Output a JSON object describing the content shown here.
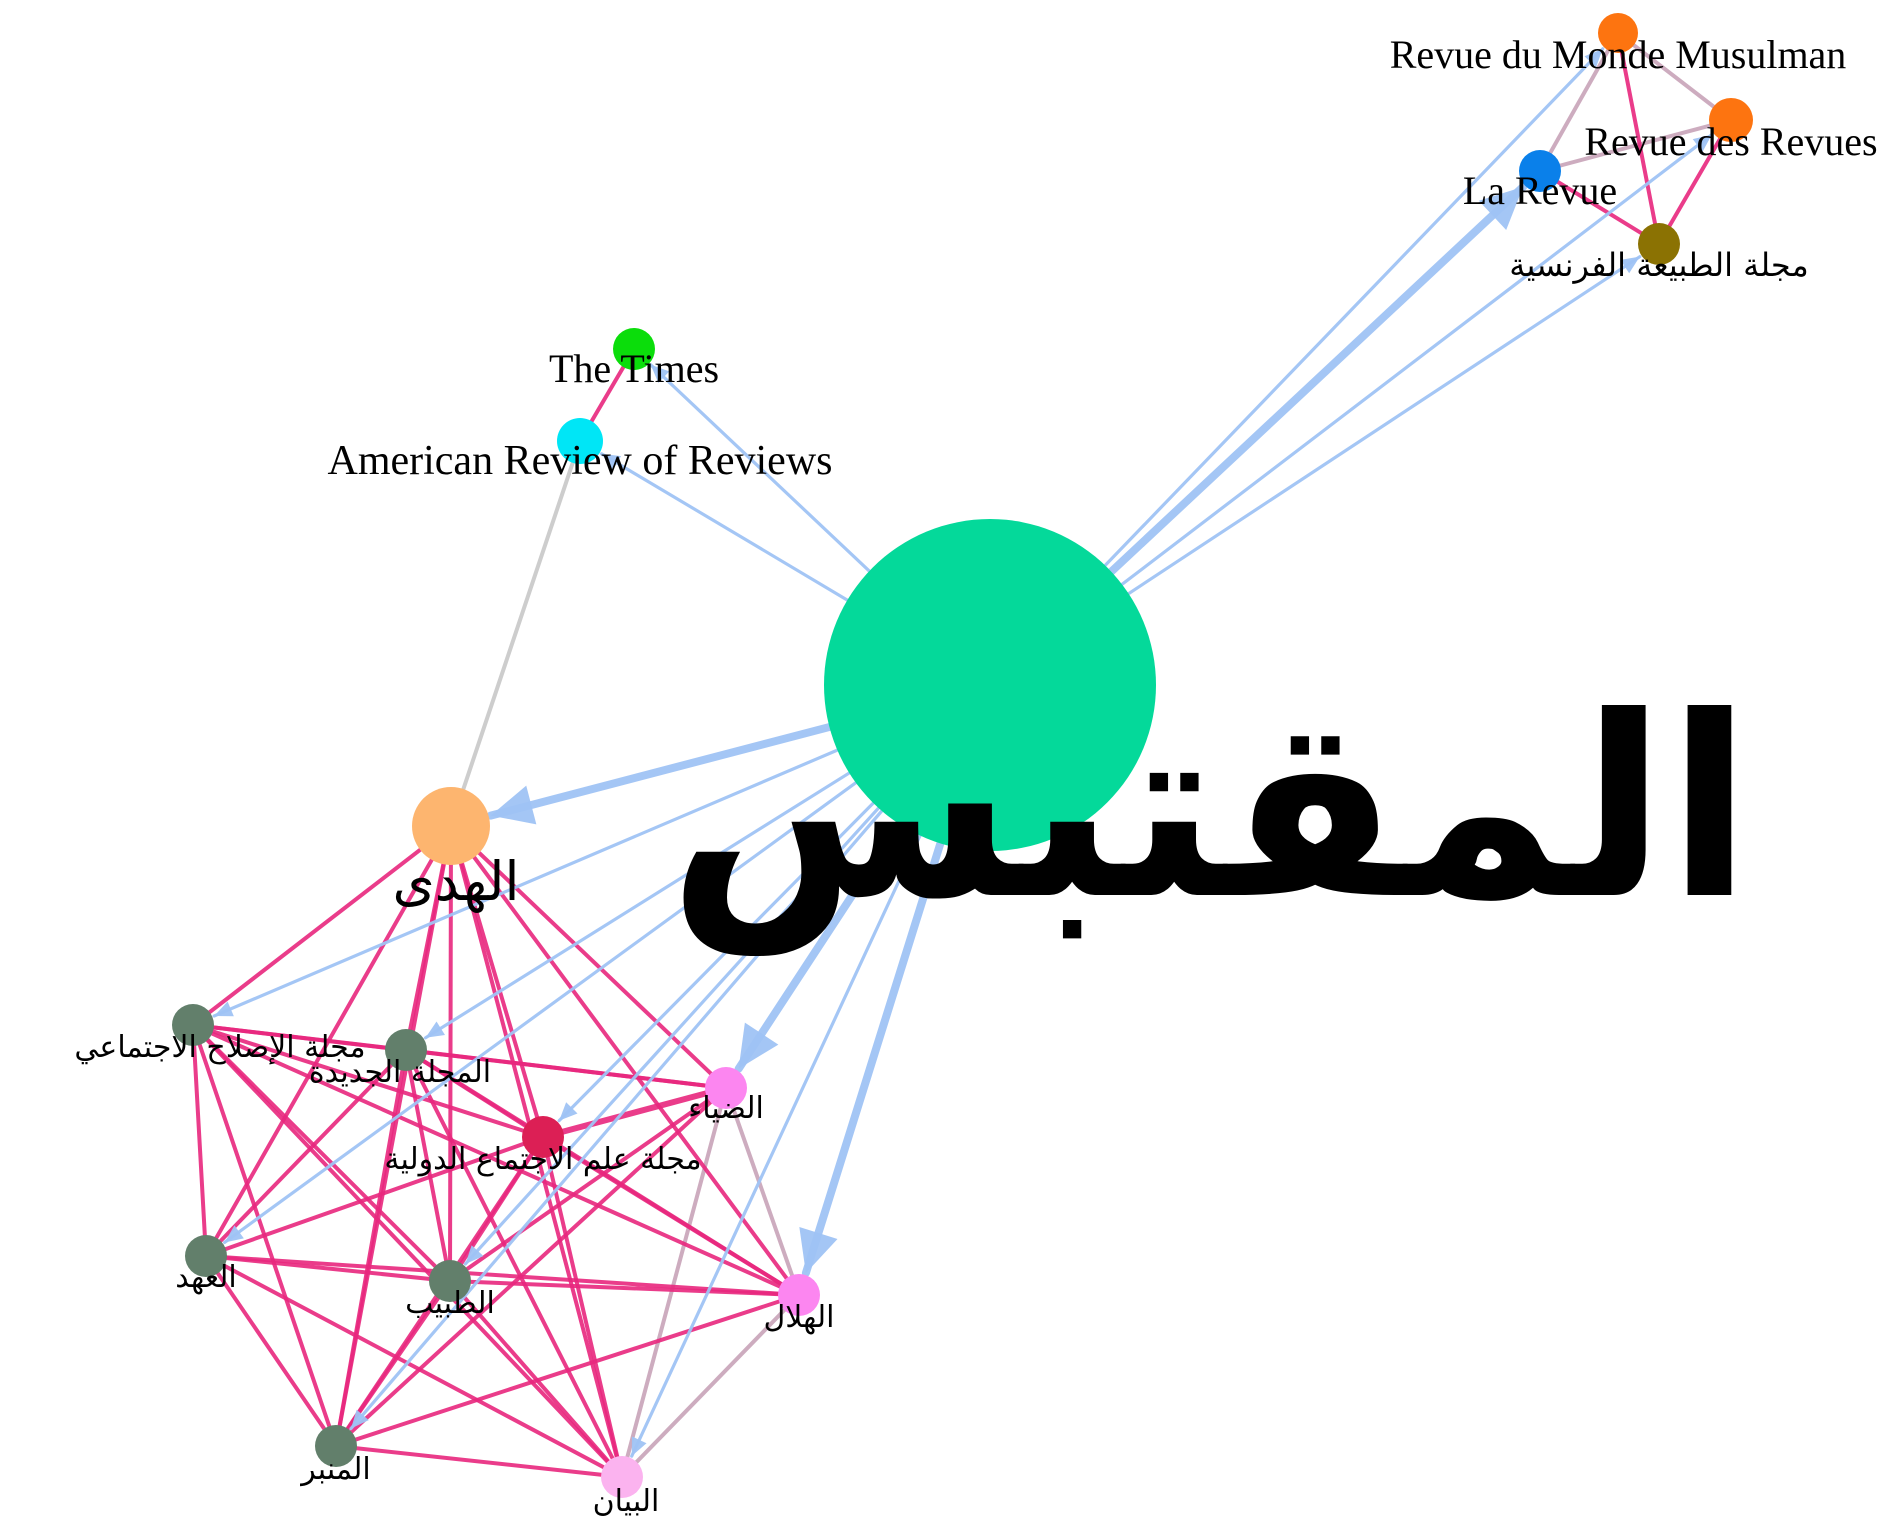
{
  "edge_colors": {
    "cited": "#9fc3f4",
    "co_cited": "#e8277d",
    "mixed": "#c8a3b8",
    "plain": "#c8c8c8"
  },
  "nodes": [
    {
      "id": "muqtabas",
      "label": "المقتبس",
      "color": "#04d99a"
    },
    {
      "id": "huda",
      "label": "الهدى",
      "color": "#fdb56f"
    },
    {
      "id": "times",
      "label": "The Times",
      "color": "#0bdd0b"
    },
    {
      "id": "amrev",
      "label": "American Review of Reviews",
      "color": "#00e6f6"
    },
    {
      "id": "rmm",
      "label": "Revue du Monde Musulman",
      "color": "#fd7410"
    },
    {
      "id": "rdr",
      "label": "Revue des Revues",
      "color": "#fd7410"
    },
    {
      "id": "larevue",
      "label": "La Revue",
      "color": "#0a80ea"
    },
    {
      "id": "nature_fr",
      "label": "مجلة الطبيعة الفرنسية",
      "color": "#8b7203"
    },
    {
      "id": "islah",
      "label": "مجلة الإصلاح الاجتماعي",
      "color": "#627f6b"
    },
    {
      "id": "jadida",
      "label": "المجلة الجديدة",
      "color": "#627f6b"
    },
    {
      "id": "diya",
      "label": "الضياء",
      "color": "#fc86f0"
    },
    {
      "id": "ijtima",
      "label": "مجلة علم الاجتماع الدولية",
      "color": "#dc1f55"
    },
    {
      "id": "ahd",
      "label": "العهد",
      "color": "#627f6b"
    },
    {
      "id": "tabib",
      "label": "الطبيب",
      "color": "#627f6b"
    },
    {
      "id": "hilal",
      "label": "الهلال",
      "color": "#fc86f0"
    },
    {
      "id": "minbar",
      "label": "المنبر",
      "color": "#627f6b"
    },
    {
      "id": "bayan",
      "label": "البيان",
      "color": "#fbb3ef"
    }
  ],
  "edges": [
    {
      "from": "times",
      "to": "amrev",
      "type": "co_cited",
      "weight": 1
    },
    {
      "from": "amrev",
      "to": "huda",
      "type": "plain",
      "weight": 1
    },
    {
      "from": "muqtabas",
      "to": "times",
      "type": "cited",
      "weight": 1
    },
    {
      "from": "muqtabas",
      "to": "amrev",
      "type": "cited",
      "weight": 1
    },
    {
      "from": "rmm",
      "to": "rdr",
      "type": "mixed",
      "weight": 1
    },
    {
      "from": "rmm",
      "to": "larevue",
      "type": "mixed",
      "weight": 1
    },
    {
      "from": "rmm",
      "to": "nature_fr",
      "type": "co_cited",
      "weight": 1
    },
    {
      "from": "rdr",
      "to": "larevue",
      "type": "mixed",
      "weight": 1
    },
    {
      "from": "rdr",
      "to": "nature_fr",
      "type": "co_cited",
      "weight": 1
    },
    {
      "from": "larevue",
      "to": "nature_fr",
      "type": "co_cited",
      "weight": 1
    },
    {
      "from": "muqtabas",
      "to": "rmm",
      "type": "cited",
      "weight": 1
    },
    {
      "from": "muqtabas",
      "to": "rdr",
      "type": "cited",
      "weight": 1
    },
    {
      "from": "muqtabas",
      "to": "larevue",
      "type": "cited",
      "weight": 3
    },
    {
      "from": "muqtabas",
      "to": "nature_fr",
      "type": "cited",
      "weight": 1
    },
    {
      "from": "muqtabas",
      "to": "huda",
      "type": "cited",
      "weight": 3
    },
    {
      "from": "muqtabas",
      "to": "islah",
      "type": "cited",
      "weight": 1
    },
    {
      "from": "muqtabas",
      "to": "jadida",
      "type": "cited",
      "weight": 1
    },
    {
      "from": "muqtabas",
      "to": "diya",
      "type": "cited",
      "weight": 3
    },
    {
      "from": "muqtabas",
      "to": "ijtima",
      "type": "cited",
      "weight": 1
    },
    {
      "from": "muqtabas",
      "to": "ahd",
      "type": "cited",
      "weight": 1
    },
    {
      "from": "muqtabas",
      "to": "tabib",
      "type": "cited",
      "weight": 1
    },
    {
      "from": "muqtabas",
      "to": "hilal",
      "type": "cited",
      "weight": 3
    },
    {
      "from": "muqtabas",
      "to": "minbar",
      "type": "cited",
      "weight": 1
    },
    {
      "from": "muqtabas",
      "to": "bayan",
      "type": "cited",
      "weight": 1
    },
    {
      "from": "huda",
      "to": "islah",
      "type": "co_cited",
      "weight": 1
    },
    {
      "from": "huda",
      "to": "jadida",
      "type": "co_cited",
      "weight": 1
    },
    {
      "from": "huda",
      "to": "ijtima",
      "type": "co_cited",
      "weight": 1
    },
    {
      "from": "huda",
      "to": "ahd",
      "type": "co_cited",
      "weight": 1
    },
    {
      "from": "huda",
      "to": "tabib",
      "type": "co_cited",
      "weight": 1
    },
    {
      "from": "huda",
      "to": "hilal",
      "type": "co_cited",
      "weight": 1
    },
    {
      "from": "huda",
      "to": "minbar",
      "type": "co_cited",
      "weight": 1
    },
    {
      "from": "huda",
      "to": "bayan",
      "type": "co_cited",
      "weight": 1
    },
    {
      "from": "huda",
      "to": "diya",
      "type": "co_cited",
      "weight": 1
    },
    {
      "from": "islah",
      "to": "jadida",
      "type": "co_cited",
      "weight": 1
    },
    {
      "from": "islah",
      "to": "diya",
      "type": "co_cited",
      "weight": 1
    },
    {
      "from": "islah",
      "to": "ijtima",
      "type": "co_cited",
      "weight": 1
    },
    {
      "from": "islah",
      "to": "ahd",
      "type": "co_cited",
      "weight": 1
    },
    {
      "from": "islah",
      "to": "tabib",
      "type": "co_cited",
      "weight": 1
    },
    {
      "from": "islah",
      "to": "hilal",
      "type": "co_cited",
      "weight": 1
    },
    {
      "from": "islah",
      "to": "minbar",
      "type": "co_cited",
      "weight": 1
    },
    {
      "from": "islah",
      "to": "bayan",
      "type": "co_cited",
      "weight": 1
    },
    {
      "from": "jadida",
      "to": "diya",
      "type": "co_cited",
      "weight": 1
    },
    {
      "from": "jadida",
      "to": "ijtima",
      "type": "co_cited",
      "weight": 1
    },
    {
      "from": "jadida",
      "to": "ahd",
      "type": "co_cited",
      "weight": 1
    },
    {
      "from": "jadida",
      "to": "tabib",
      "type": "co_cited",
      "weight": 1
    },
    {
      "from": "jadida",
      "to": "hilal",
      "type": "co_cited",
      "weight": 1
    },
    {
      "from": "jadida",
      "to": "minbar",
      "type": "co_cited",
      "weight": 1
    },
    {
      "from": "jadida",
      "to": "bayan",
      "type": "co_cited",
      "weight": 1
    },
    {
      "from": "ijtima",
      "to": "diya",
      "type": "co_cited",
      "weight": 2
    },
    {
      "from": "ijtima",
      "to": "ahd",
      "type": "co_cited",
      "weight": 1
    },
    {
      "from": "ijtima",
      "to": "tabib",
      "type": "co_cited",
      "weight": 1
    },
    {
      "from": "ijtima",
      "to": "hilal",
      "type": "co_cited",
      "weight": 1
    },
    {
      "from": "ijtima",
      "to": "minbar",
      "type": "co_cited",
      "weight": 1
    },
    {
      "from": "ijtima",
      "to": "bayan",
      "type": "co_cited",
      "weight": 1
    },
    {
      "from": "ahd",
      "to": "tabib",
      "type": "co_cited",
      "weight": 1
    },
    {
      "from": "ahd",
      "to": "hilal",
      "type": "co_cited",
      "weight": 1
    },
    {
      "from": "ahd",
      "to": "minbar",
      "type": "co_cited",
      "weight": 1
    },
    {
      "from": "ahd",
      "to": "bayan",
      "type": "co_cited",
      "weight": 1
    },
    {
      "from": "tabib",
      "to": "hilal",
      "type": "co_cited",
      "weight": 1
    },
    {
      "from": "tabib",
      "to": "minbar",
      "type": "co_cited",
      "weight": 1
    },
    {
      "from": "tabib",
      "to": "bayan",
      "type": "co_cited",
      "weight": 1
    },
    {
      "from": "tabib",
      "to": "diya",
      "type": "co_cited",
      "weight": 1
    },
    {
      "from": "hilal",
      "to": "minbar",
      "type": "co_cited",
      "weight": 1
    },
    {
      "from": "minbar",
      "to": "bayan",
      "type": "co_cited",
      "weight": 1
    },
    {
      "from": "minbar",
      "to": "diya",
      "type": "co_cited",
      "weight": 1
    },
    {
      "from": "diya",
      "to": "hilal",
      "type": "mixed",
      "weight": 1
    },
    {
      "from": "diya",
      "to": "bayan",
      "type": "mixed",
      "weight": 1
    },
    {
      "from": "hilal",
      "to": "bayan",
      "type": "mixed",
      "weight": 1
    }
  ]
}
